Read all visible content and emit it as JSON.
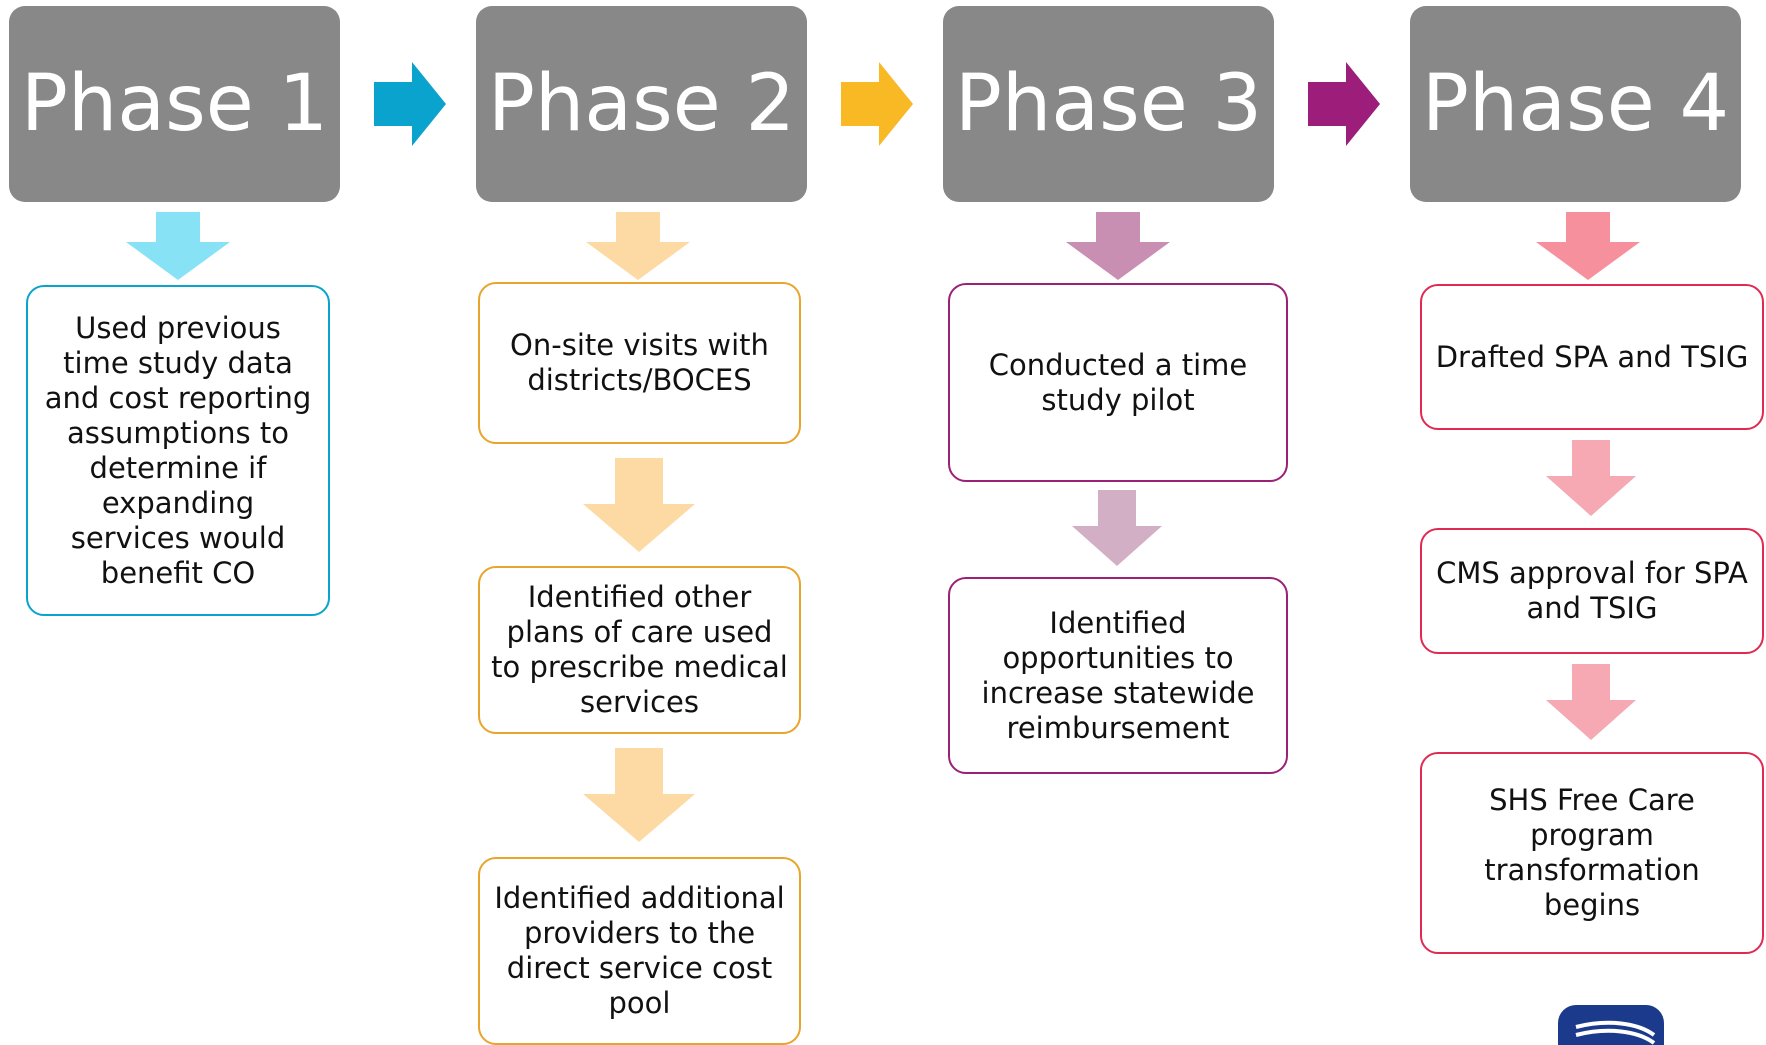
{
  "phases": [
    {
      "label": "Phase 1",
      "color": "#0aa3cd",
      "light": "#88e2f6"
    },
    {
      "label": "Phase 2",
      "color": "#e9a42c",
      "light": "#fdd9a3"
    },
    {
      "label": "Phase 3",
      "color": "#9c2076",
      "light": "#c98fb2"
    },
    {
      "label": "Phase 4",
      "color": "#e02a52",
      "light": "#f6a8b3"
    }
  ],
  "phase1": {
    "steps": [
      "Used previous time study data and cost reporting assumptions to determine if expanding services would benefit CO"
    ]
  },
  "phase2": {
    "steps": [
      "On-site visits with districts/BOCES",
      "Identified other plans of care used to prescribe medical services",
      "Identified additional providers to the direct service cost pool"
    ]
  },
  "phase3": {
    "steps": [
      "Conducted a time study pilot",
      "Identified opportunities to increase statewide reimbursement"
    ]
  },
  "phase4": {
    "steps": [
      "Drafted SPA and TSIG",
      "CMS approval for SPA and TSIG",
      "SHS Free Care program transformation begins"
    ]
  },
  "connector_colors": [
    "#0aa3cd",
    "#f8b924",
    "#9c1d7a"
  ],
  "logo": {
    "color": "#1b3a8c",
    "icon": "logo-icon"
  }
}
